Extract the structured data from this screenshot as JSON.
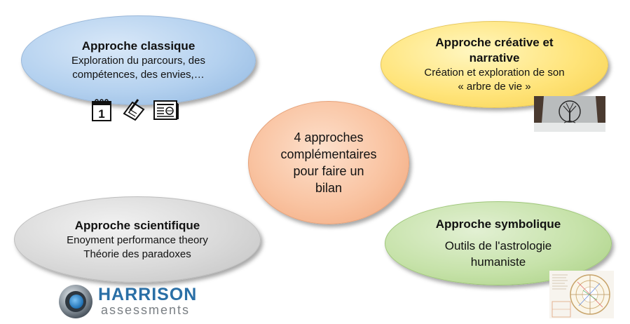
{
  "center": {
    "lines": [
      "4 approches",
      "complémentaires",
      "pour faire un",
      "bilan"
    ]
  },
  "classic": {
    "title": "Approche classique",
    "lines": [
      "Exploration du parcours, des",
      "compétences, des envies,…"
    ],
    "icons": [
      "calendar-icon",
      "clipboard-pen-icon",
      "newspaper-icon"
    ],
    "calendar_number": "1"
  },
  "creative": {
    "title_lines": [
      "Approche créative et",
      "narrative"
    ],
    "lines": [
      "Création et exploration de son",
      "« arbre de vie »"
    ]
  },
  "scientific": {
    "title": "Approche scientifique",
    "lines": [
      "Enoyment performance theory",
      "Théorie des paradoxes"
    ]
  },
  "symbolic": {
    "title": "Approche symbolique",
    "lines": [
      "Outils de l'astrologie",
      "humaniste"
    ]
  },
  "logo": {
    "name": "HARRISON",
    "sub": "assessments"
  },
  "colors": {
    "blue": "#b4d1ef",
    "yellow": "#ffe47a",
    "peach": "#f9c3a1",
    "gray": "#d9d9d9",
    "green": "#c6e2a9",
    "logo_blue": "#2a6fa6"
  }
}
